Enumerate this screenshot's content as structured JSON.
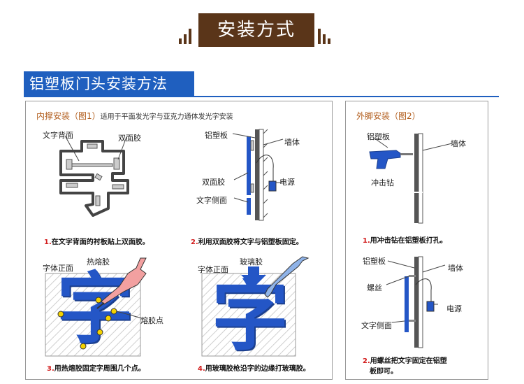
{
  "header": {
    "title": "安装方式"
  },
  "section": {
    "title": "铝塑板门头安装方法"
  },
  "left": {
    "heading": "内撑安装（图1）",
    "subheading": "适用于平面发光字与亚克力通体发光字安装",
    "labels": {
      "back": "文字背面",
      "tape": "双面胶",
      "aluminum": "铝塑板",
      "wall": "墙体",
      "tape2": "双面胶",
      "power": "电源",
      "side": "文字侧面",
      "front1": "字体正面",
      "hotglue": "热熔胶",
      "gluepoint": "熔胶点",
      "front2": "字体正面",
      "glass": "玻璃胶"
    },
    "glyph": "字",
    "steps": [
      {
        "num": "1.",
        "text": "在文字背面的衬板贴上双面胶。"
      },
      {
        "num": "2.",
        "text": "利用双面胶将文字与铝塑板固定。"
      },
      {
        "num": "3.",
        "text": "用热熔胶固定字周围几个点。"
      },
      {
        "num": "4.",
        "text": "用玻璃胶枪沿字的边缘打玻璃胶。"
      }
    ]
  },
  "right": {
    "heading": "外脚安装（图2）",
    "labels": {
      "aluminum": "铝塑板",
      "wall": "墙体",
      "drill": "冲击钻",
      "aluminum2": "铝塑板",
      "wall2": "墙体",
      "screw": "螺丝",
      "power": "电源",
      "side": "文字侧面"
    },
    "steps": [
      {
        "num": "1.",
        "text": "用冲击钻在铝塑板打孔。"
      },
      {
        "num": "2.",
        "text": "用螺丝把文字固定在铝塑"
      },
      {
        "num": "",
        "text": "板即可。"
      }
    ]
  },
  "colors": {
    "brown": "#5a3519",
    "blue": "#1f5fbf",
    "accent": "#d21d1d",
    "heading": "#b05a18"
  }
}
